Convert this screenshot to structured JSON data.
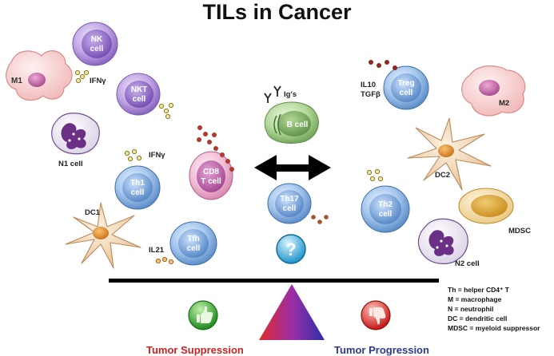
{
  "title": "TILs in Cancer",
  "cells": {
    "m1": "M1",
    "nk": [
      "NK",
      "cell"
    ],
    "nkt": [
      "NKT",
      "cell"
    ],
    "n1": "N1 cell",
    "th1": [
      "Th1",
      "cell"
    ],
    "cd8": [
      "CD8",
      "T cell"
    ],
    "dc1": "DC1",
    "tfh": [
      "Tfh",
      "cell"
    ],
    "b": "B cell",
    "th17": [
      "Th17",
      "cell"
    ],
    "treg": [
      "Treg",
      "cell"
    ],
    "m2": "M2",
    "dc2": "DC2",
    "th2": [
      "Th2",
      "cell"
    ],
    "mdsc": "MDSC",
    "n2": "N2 cell"
  },
  "molecules": {
    "ifng_nk": "IFNγ",
    "ifng_th1": "IFNγ",
    "il21": "IL21",
    "igs": "Ig's",
    "il10": "IL10",
    "tgfb": "TGFβ"
  },
  "question_mark": "?",
  "legend": [
    "Th = helper CD4⁺ T",
    "M = macrophage",
    "N = neutrophil",
    "DC = dendritic cell",
    "MDSC = myeloid suppressor"
  ],
  "outcomes": {
    "suppression": "Tumor Suppression",
    "progression": "Tumor Progression"
  },
  "colors": {
    "suppression": "#cc2222",
    "progression": "#2c3a8a",
    "thumbs_up": "#2f9a2f",
    "thumbs_down": "#d02020"
  }
}
